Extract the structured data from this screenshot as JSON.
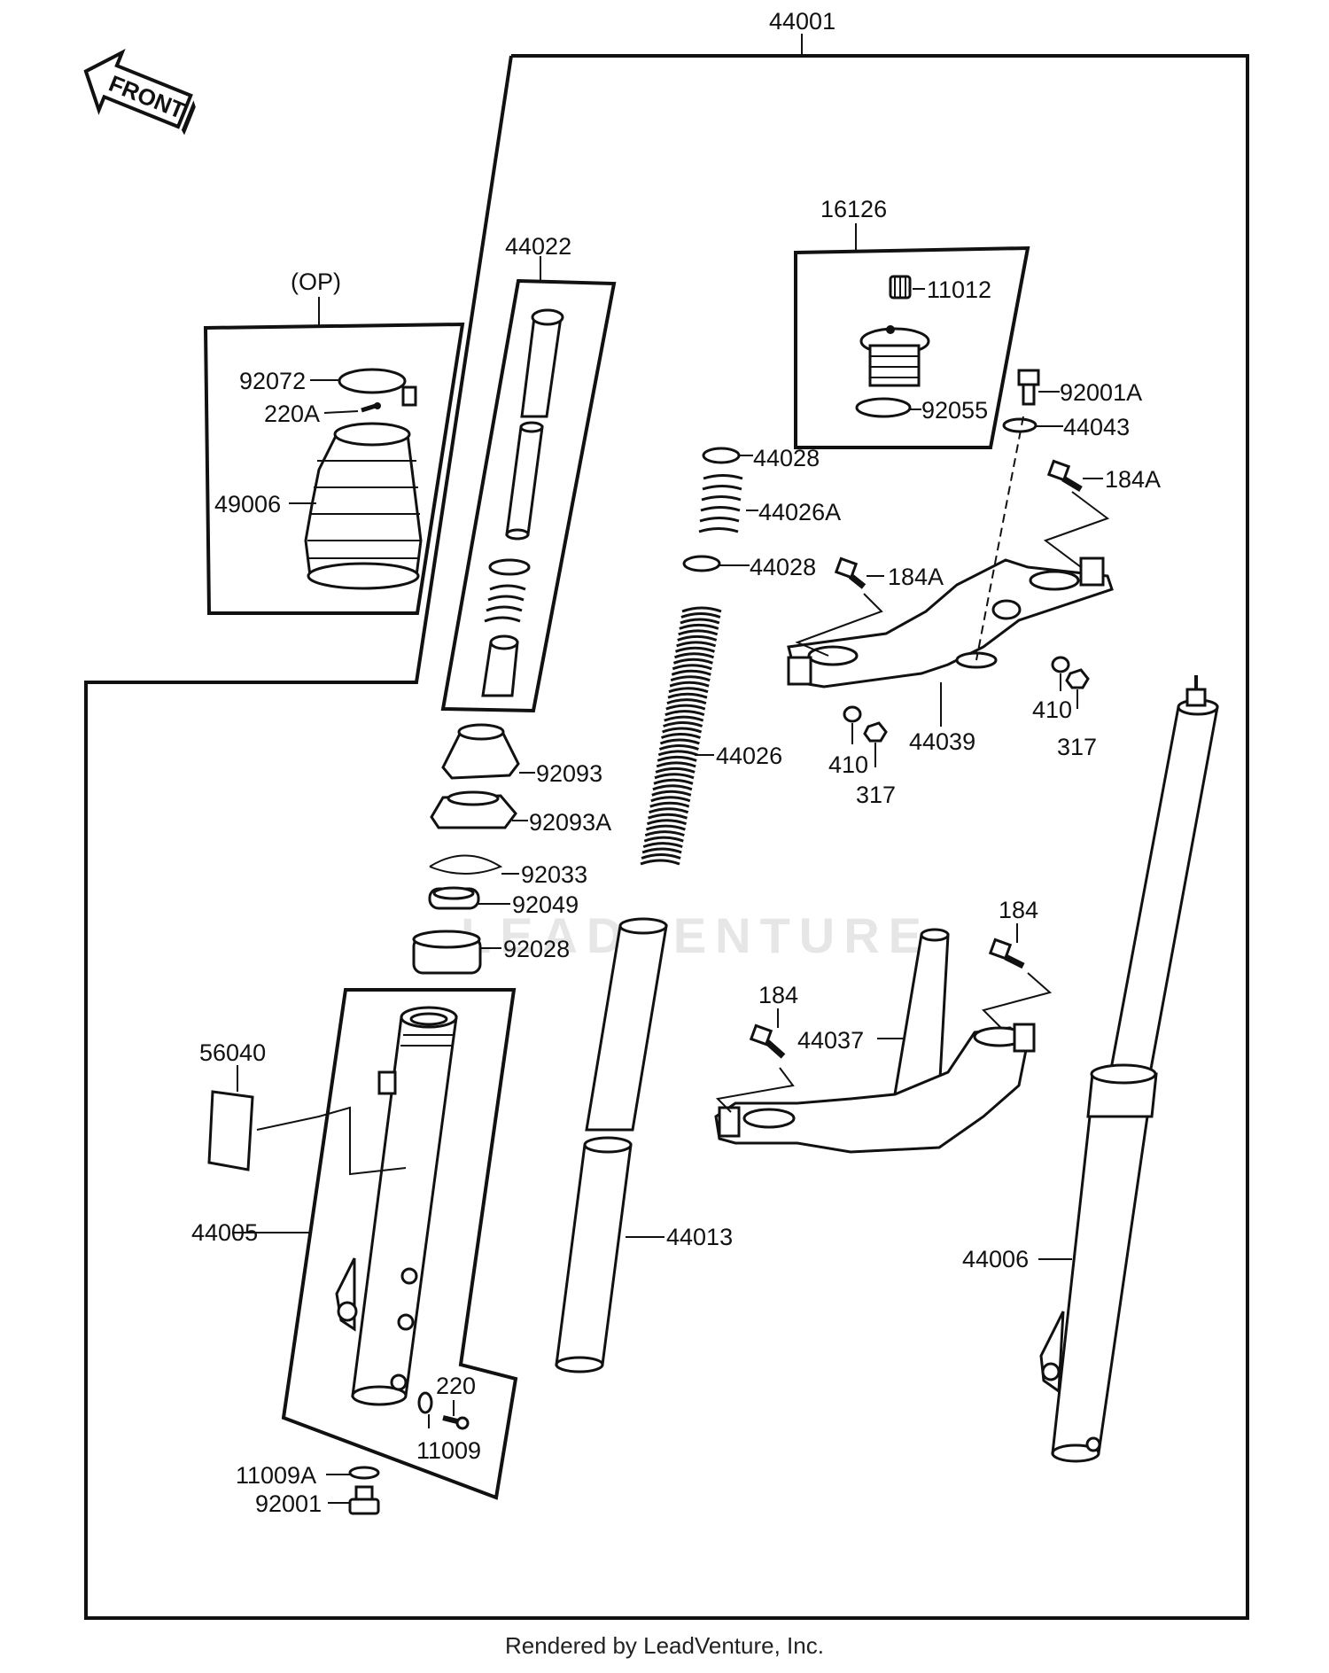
{
  "front_arrow": {
    "text": "FRONT"
  },
  "watermark": {
    "text": "LEADVENTURE"
  },
  "footer": {
    "text": "Rendered by LeadVenture, Inc."
  },
  "labels": {
    "p44001": "44001",
    "op": "(OP)",
    "p92072": "92072",
    "p220A": "220A",
    "p49006": "49006",
    "p44022": "44022",
    "p16126": "16126",
    "p11012": "11012",
    "p92055": "92055",
    "p92001A": "92001A",
    "p44043": "44043",
    "p44028a": "44028",
    "p44026A": "44026A",
    "p44028b": "44028",
    "p184A_top": "184A",
    "p184A_mid": "184A",
    "p410_left": "410",
    "p317_left": "317",
    "p44039": "44039",
    "p410_right": "410",
    "p317_right": "317",
    "p44026": "44026",
    "p92093": "92093",
    "p92093A": "92093A",
    "p92033": "92033",
    "p92049": "92049",
    "p92028": "92028",
    "p184_right": "184",
    "p184_left": "184",
    "p44037": "44037",
    "p56040": "56040",
    "p44005": "44005",
    "p44013": "44013",
    "p44006": "44006",
    "p220": "220",
    "p11009": "11009",
    "p11009A": "11009A",
    "p92001": "92001"
  }
}
